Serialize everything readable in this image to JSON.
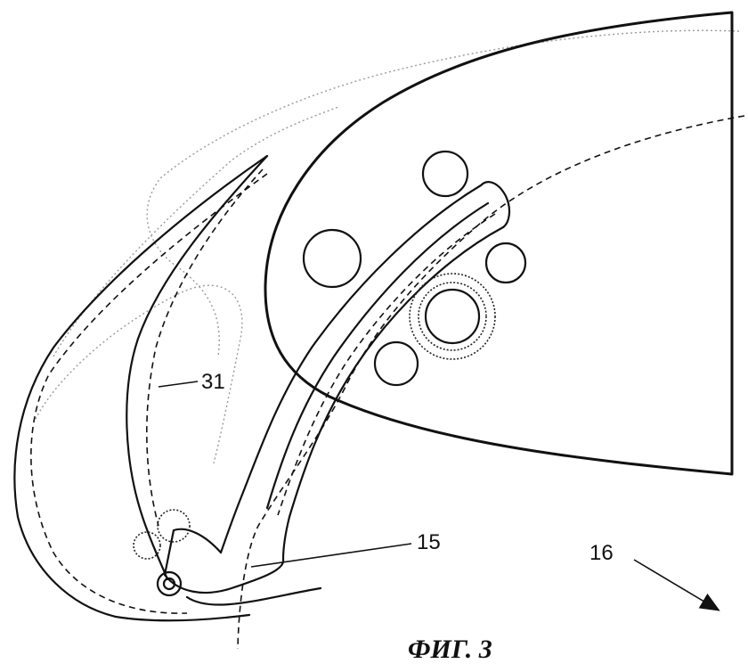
{
  "figure": {
    "caption": "ФИГ. 3",
    "labels": {
      "part_31": "31",
      "part_15": "15",
      "direction_16": "16"
    }
  }
}
